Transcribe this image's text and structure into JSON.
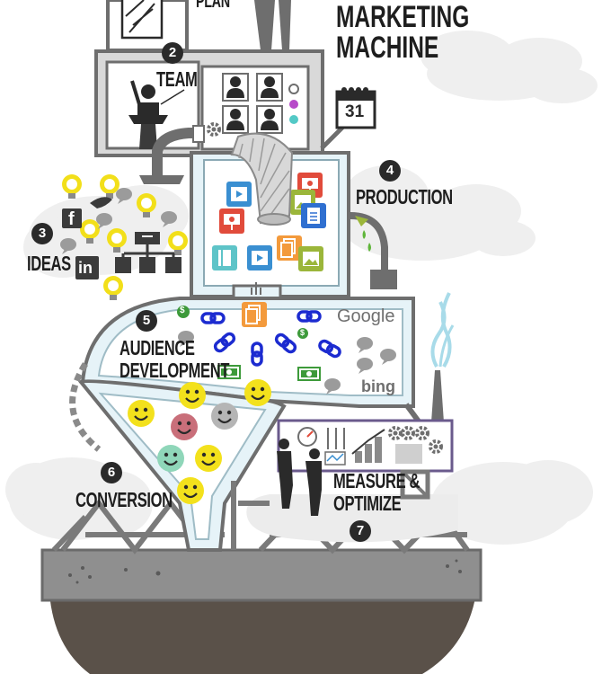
{
  "header": {
    "title_line1": "MARKETING",
    "title_line2": "MACHINE",
    "plan_label": "PLAN"
  },
  "calendar": {
    "day": "31"
  },
  "stages": [
    {
      "number": "2",
      "label_lines": [
        "TEAM"
      ]
    },
    {
      "number": "3",
      "label_lines": [
        "IDEAS"
      ]
    },
    {
      "number": "4",
      "label_lines": [
        "PRODUCTION"
      ]
    },
    {
      "number": "5",
      "label_lines": [
        "AUDIENCE",
        "DEVELOPMENT"
      ]
    },
    {
      "number": "6",
      "label_lines": [
        "CONVERSION"
      ]
    },
    {
      "number": "7",
      "label_lines": [
        "MEASURE &",
        "OPTIMIZE"
      ]
    }
  ],
  "search_engines": {
    "google": "Google",
    "bing": "bing"
  },
  "social": {
    "facebook": "f",
    "linkedin": "in"
  },
  "money": "$",
  "colors": {
    "outline": "#6e6e6e",
    "smile_yellow": "#f3e11c",
    "smile_gray": "#b5b5b5",
    "smile_red": "#c96f7a",
    "smile_teal": "#8fd6b9",
    "money_green": "#3d9a3a",
    "link_blue": "#1c2bd0",
    "content_orange": "#f39a3c",
    "steam_blue": "#a8dbe9",
    "ground": "#5a5149"
  },
  "icons": [
    "lightbulb-icon",
    "twitter-bird-icon",
    "facebook-icon",
    "linkedin-icon",
    "org-chart-icon",
    "video-icon",
    "presentation-icon",
    "document-icon",
    "image-icon",
    "book-icon",
    "chain-link-icon",
    "dollar-icon",
    "speech-bubble-icon",
    "smiley-icon",
    "gear-icon",
    "gauge-icon",
    "calendar-icon"
  ]
}
